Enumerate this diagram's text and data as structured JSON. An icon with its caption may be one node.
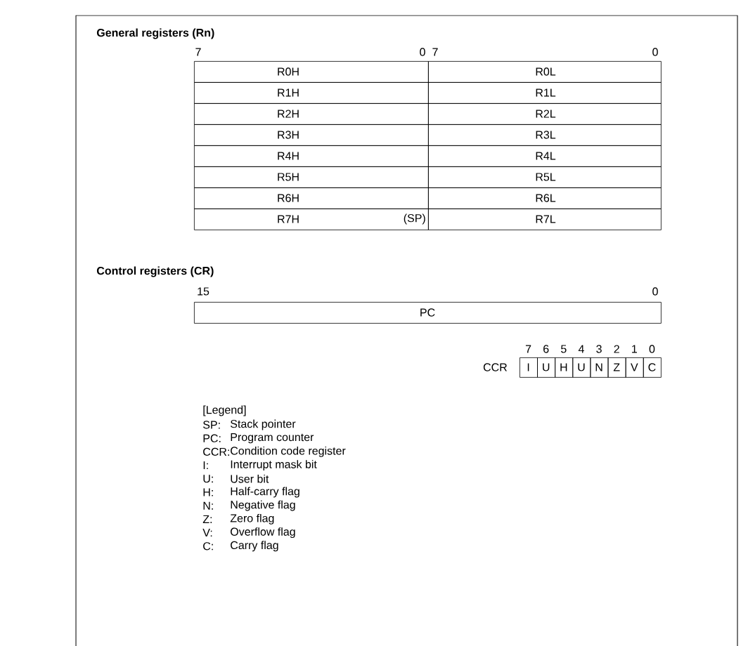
{
  "diagram": {
    "nodes": [
      {
        "text": [
          "R0H"
        ]
      },
      {
        "text": [
          "R0L"
        ]
      },
      {
        "text": [
          "R1H"
        ]
      },
      {
        "text": [
          "R1L"
        ]
      },
      {
        "text": [
          "R2H"
        ]
      },
      {
        "text": [
          "R2L"
        ]
      },
      {
        "text": [
          "R3H"
        ]
      },
      {
        "text": [
          "R3L"
        ]
      },
      {
        "text": [
          "R4H"
        ]
      },
      {
        "text": [
          "R4L"
        ]
      },
      {
        "text": [
          "R5H"
        ]
      },
      {
        "text": [
          "R5L"
        ]
      },
      {
        "text": [
          "R6H"
        ]
      },
      {
        "text": [
          "R6L"
        ]
      },
      {
        "text": [
          "R7H",
          "(SP)"
        ]
      },
      {
        "text": [
          "R7L"
        ]
      },
      {
        "text": [
          "PC"
        ]
      },
      {
        "text": [
          "I"
        ]
      },
      {
        "text": [
          "U"
        ]
      },
      {
        "text": [
          "H"
        ]
      },
      {
        "text": [
          "U"
        ]
      },
      {
        "text": [
          "N"
        ]
      },
      {
        "text": [
          "Z"
        ]
      },
      {
        "text": [
          "V"
        ]
      },
      {
        "text": [
          "C"
        ]
      }
    ],
    "labels": [
      "General registers (Rn)",
      "7",
      "0",
      "7",
      "0",
      "Control registers (CR)",
      "15",
      "0",
      "7",
      "6",
      "5",
      "4",
      "3",
      "2",
      "1",
      "0",
      "CCR",
      "[Legend]",
      "SP:",
      "Stack pointer",
      "PC:",
      "Program counter",
      "CCR:",
      "Condition code register",
      "I:",
      "Interrupt mask bit",
      "U:",
      "User bit",
      "H:",
      "Half-carry flag",
      "N:",
      "Negative flag",
      "Z:",
      "Zero flag",
      "V:",
      "Overflow flag",
      "C:",
      "Carry flag"
    ]
  }
}
